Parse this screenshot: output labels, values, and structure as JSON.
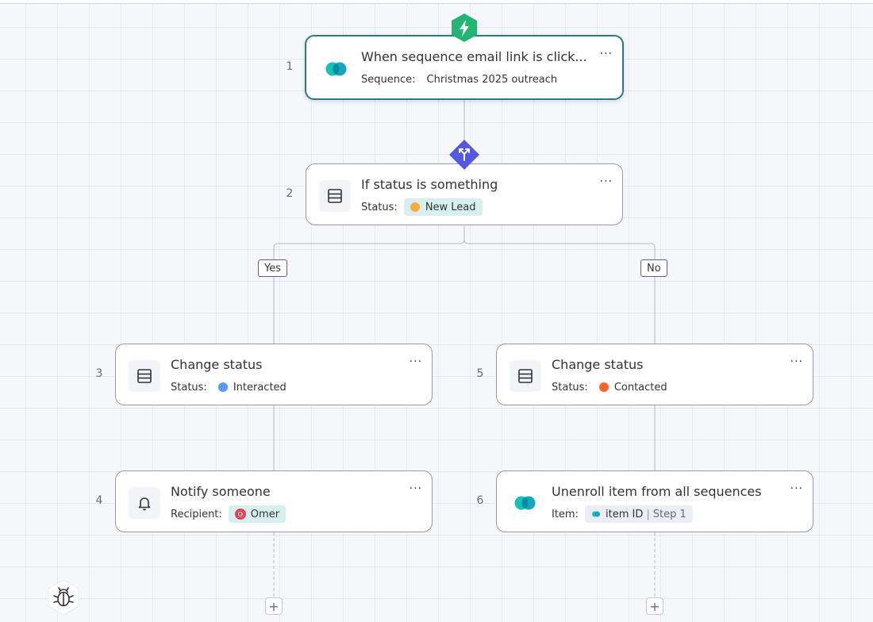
{
  "workflow": {
    "steps": [
      {
        "number": "1",
        "title": "When sequence email link is click...",
        "sub_label": "Sequence:",
        "sub_value": "Christmas 2025 outreach",
        "more": "···"
      },
      {
        "number": "2",
        "title": "If status is something",
        "sub_label": "Status:",
        "sub_value": "New Lead",
        "more": "···"
      },
      {
        "number": "3",
        "title": "Change status",
        "sub_label": "Status:",
        "sub_value": "Interacted",
        "more": "···"
      },
      {
        "number": "4",
        "title": "Notify someone",
        "sub_label": "Recipient:",
        "sub_value": "Omer",
        "avatar_initial": "O",
        "more": "···"
      },
      {
        "number": "5",
        "title": "Change status",
        "sub_label": "Status:",
        "sub_value": "Contacted",
        "more": "···"
      },
      {
        "number": "6",
        "title": "Unenroll item from all sequences",
        "sub_label": "Item:",
        "sub_value": "item ID",
        "sub_suffix": "Step 1",
        "more": "···"
      }
    ],
    "branches": {
      "yes": "Yes",
      "no": "No"
    },
    "add_step": "+"
  },
  "status_colors": {
    "new_lead": "#fdab3d",
    "interacted": "#579bfc",
    "contacted": "#ff642e"
  },
  "icons": {
    "trigger_badge": "lightning-icon",
    "condition_badge": "branch-icon",
    "sequence": "sequence-logo-icon",
    "board": "board-table-icon",
    "notify": "bell-icon",
    "debug": "bug-icon"
  }
}
